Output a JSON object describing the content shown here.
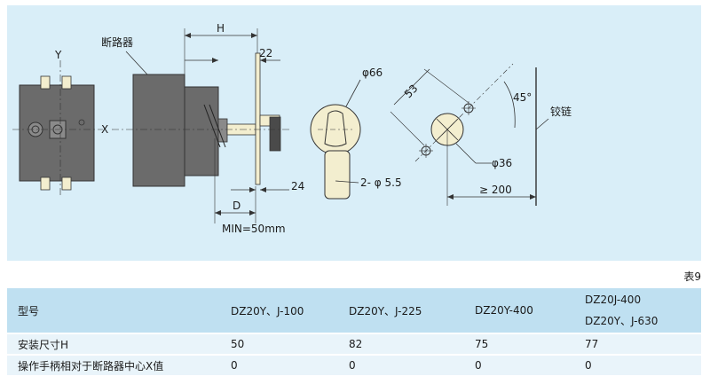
{
  "diagram": {
    "labels": {
      "breaker": "断路器",
      "axis_y": "Y",
      "axis_x": "X",
      "dim_h": "H",
      "dim_22": "22",
      "dim_24": "24",
      "dim_d": "D",
      "min": "MIN=50mm",
      "phi66": "φ66",
      "holes": "2- φ 5.5",
      "dim_53": "53",
      "angle": "45°",
      "phi36": "φ36",
      "dist": "≥ 200",
      "hinge": "铰链"
    },
    "colors": {
      "background": "#d9eef8",
      "breaker_body": "#6b6b6b",
      "handle": "#f3eecf",
      "hole": "#f3eecf"
    }
  },
  "table": {
    "caption": "表9",
    "header": {
      "label": "型号",
      "cols": [
        "DZ20Y、J-100",
        "DZ20Y、J-225",
        "DZ20Y-400"
      ],
      "col4": [
        "DZ20J-400",
        "DZ20Y、J-630"
      ]
    },
    "rows": [
      {
        "label": "安装尺寸H",
        "values": [
          "50",
          "82",
          "75",
          "77"
        ]
      },
      {
        "label": "操作手柄相对于断路器中心X值",
        "values": [
          "0",
          "0",
          "0",
          "0"
        ]
      }
    ]
  }
}
